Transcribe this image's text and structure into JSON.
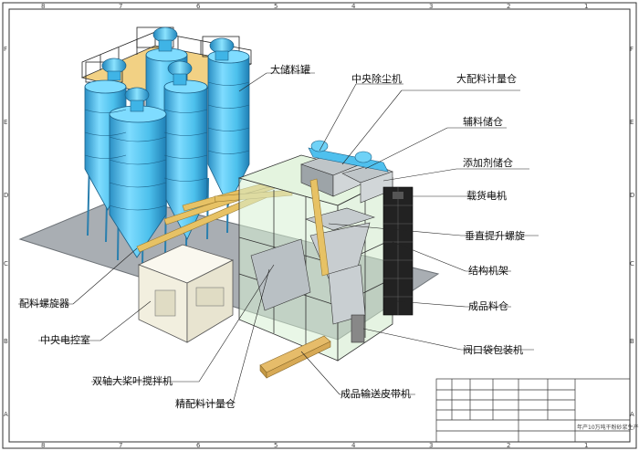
{
  "labels": {
    "storage_tank": "大储料罐",
    "central_dust_collector": "中央除尘机",
    "large_batching_bin": "大配料计量仓",
    "aux_storage_bin": "辅料储仓",
    "additive_bin": "添加剂储仓",
    "cargo_elevator": "载货电机",
    "vertical_screw": "垂直提升螺旋",
    "structural_frame": "结构机架",
    "product_bin": "成品料仓",
    "valve_bag_packer": "阀口袋包装机",
    "product_conveyor": "成品输送皮带机",
    "fine_batching_bin": "精配料计量仓",
    "twin_shaft_mixer": "双轴大桨叶搅拌机",
    "central_control_room": "中央电控室",
    "batching_screw": "配料螺旋器"
  },
  "frame": {
    "top_ticks": [
      "8",
      "7",
      "6",
      "5",
      "4",
      "3",
      "2",
      "1"
    ],
    "bottom_ticks": [
      "8",
      "7",
      "6",
      "5",
      "4",
      "3",
      "2",
      "1"
    ],
    "side_ticks": [
      "F",
      "E",
      "D",
      "C",
      "B",
      "A"
    ]
  },
  "title_block": {
    "caption": "年产10万吨干粉砂浆生产线"
  },
  "colors": {
    "tank": "#5ec8ef",
    "tank_dark": "#2a8fc4",
    "platform": "#f2d184",
    "floor": "#a9aeb3",
    "building": "#d7f0d3",
    "elevator": "#222222",
    "conveyor": "#e6bc6a",
    "control_room": "#f2efdf"
  }
}
